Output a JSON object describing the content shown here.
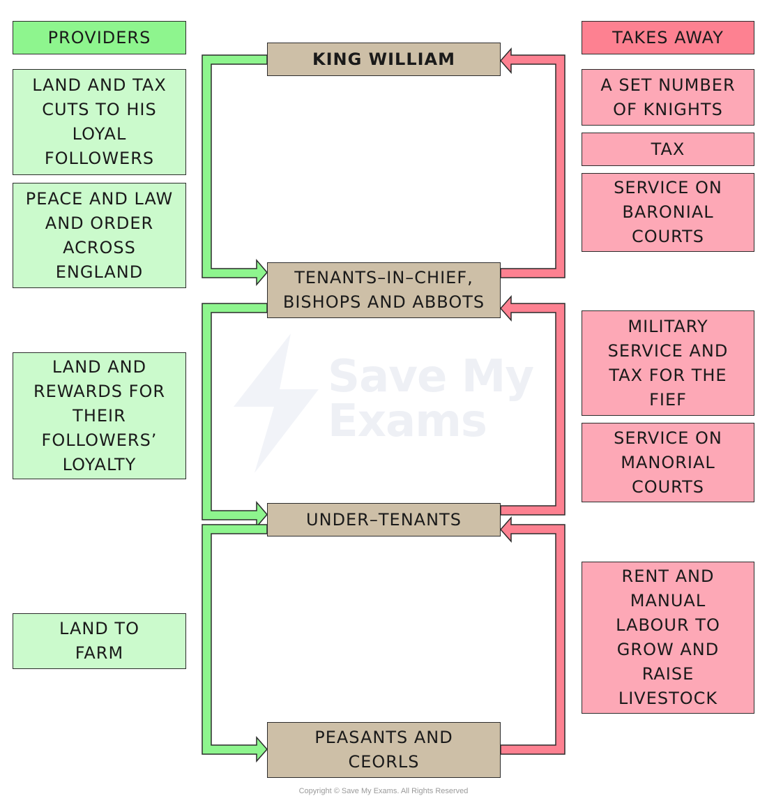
{
  "colors": {
    "provider_header": "#8ef58e",
    "provider_box": "#cbfacc",
    "takes_header": "#fd8191",
    "takes_box": "#fda8b6",
    "hierarchy_box": "#cdbfa7",
    "green_arrow": "#8ef58e",
    "red_arrow": "#fd8191"
  },
  "providers": {
    "header": "PROVIDERS",
    "items": [
      "LAND AND TAX\nCUTS TO HIS\nLOYAL\nFOLLOWERS",
      "PEACE AND LAW\nAND ORDER\nACROSS\nENGLAND",
      "LAND AND\nREWARDS FOR\nTHEIR\nFOLLOWERS’\nLOYALTY",
      "LAND TO\nFARM"
    ]
  },
  "takes_away": {
    "header": "TAKES AWAY",
    "items": [
      "A SET NUMBER\nOF KNIGHTS",
      "TAX",
      "SERVICE ON\nBARONIAL\nCOURTS",
      "MILITARY\nSERVICE AND\nTAX FOR THE\nFIEF",
      "SERVICE ON\nMANORIAL\nCOURTS",
      "RENT AND\nMANUAL\nLABOUR TO\nGROW AND\nRAISE\nLIVESTOCK"
    ]
  },
  "hierarchy": [
    "KING WILLIAM",
    "TENANTS–IN–CHIEF,\nBISHOPS AND ABBOTS",
    "UNDER–TENANTS",
    "PEASANTS AND\nCEORLS"
  ],
  "watermark": {
    "line1": "Save My",
    "line2": "Exams"
  },
  "copyright": "Copyright © Save My Exams. All Rights Reserved"
}
